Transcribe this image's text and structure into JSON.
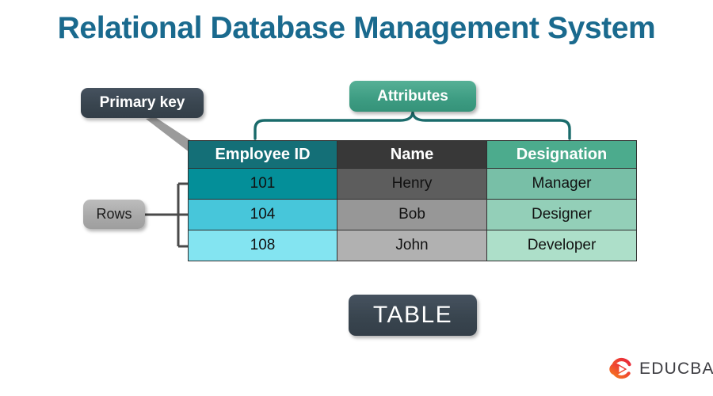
{
  "page": {
    "title": "Relational Database Management System",
    "background": "#ffffff",
    "title_color": "#1a6a8e"
  },
  "callouts": {
    "primary_key": {
      "label": "Primary key",
      "color": "#39454f",
      "text_color": "#ffffff",
      "pointer": "arrow-to-employee-id-header"
    },
    "attributes": {
      "label": "Attributes",
      "color": "#3d9c82",
      "text_color": "#ffffff",
      "pointer": "curly-brace-over-headers"
    },
    "rows": {
      "label": "Rows",
      "color": "#a9a9a9",
      "text_color": "#1b1b1b",
      "pointer": "bracket-to-three-rows"
    },
    "table": {
      "label": "TABLE",
      "color": "#39454f",
      "text_color": "#ffffff"
    }
  },
  "table": {
    "name": "employee-table",
    "columns": [
      {
        "header": "Employee ID",
        "header_color": "#146f77"
      },
      {
        "header": "Name",
        "header_color": "#383838"
      },
      {
        "header": "Designation",
        "header_color": "#4cab8d"
      }
    ],
    "rows": [
      {
        "employee_id": "101",
        "name": "Henry",
        "designation": "Manager",
        "cell_colors": [
          "#048f99",
          "#5d5d5d",
          "#78bfa7"
        ]
      },
      {
        "employee_id": "104",
        "name": "Bob",
        "designation": "Designer",
        "cell_colors": [
          "#47c6da",
          "#979797",
          "#93cfb8"
        ]
      },
      {
        "employee_id": "108",
        "name": "John",
        "designation": "Developer",
        "cell_colors": [
          "#83e4f1",
          "#b1b1b1",
          "#addfc9"
        ]
      }
    ]
  },
  "connectors": {
    "brace_color": "#1a6b6b",
    "arrow_color": "#9a9a9a",
    "bracket_color": "#4a4a4a"
  },
  "branding": {
    "wordmark": "EDUCBA",
    "wordmark_color": "#3d3d42",
    "mark_colors": [
      "#e8243c",
      "#f5791f"
    ],
    "mark_name": "educba-play-circle-icon"
  }
}
